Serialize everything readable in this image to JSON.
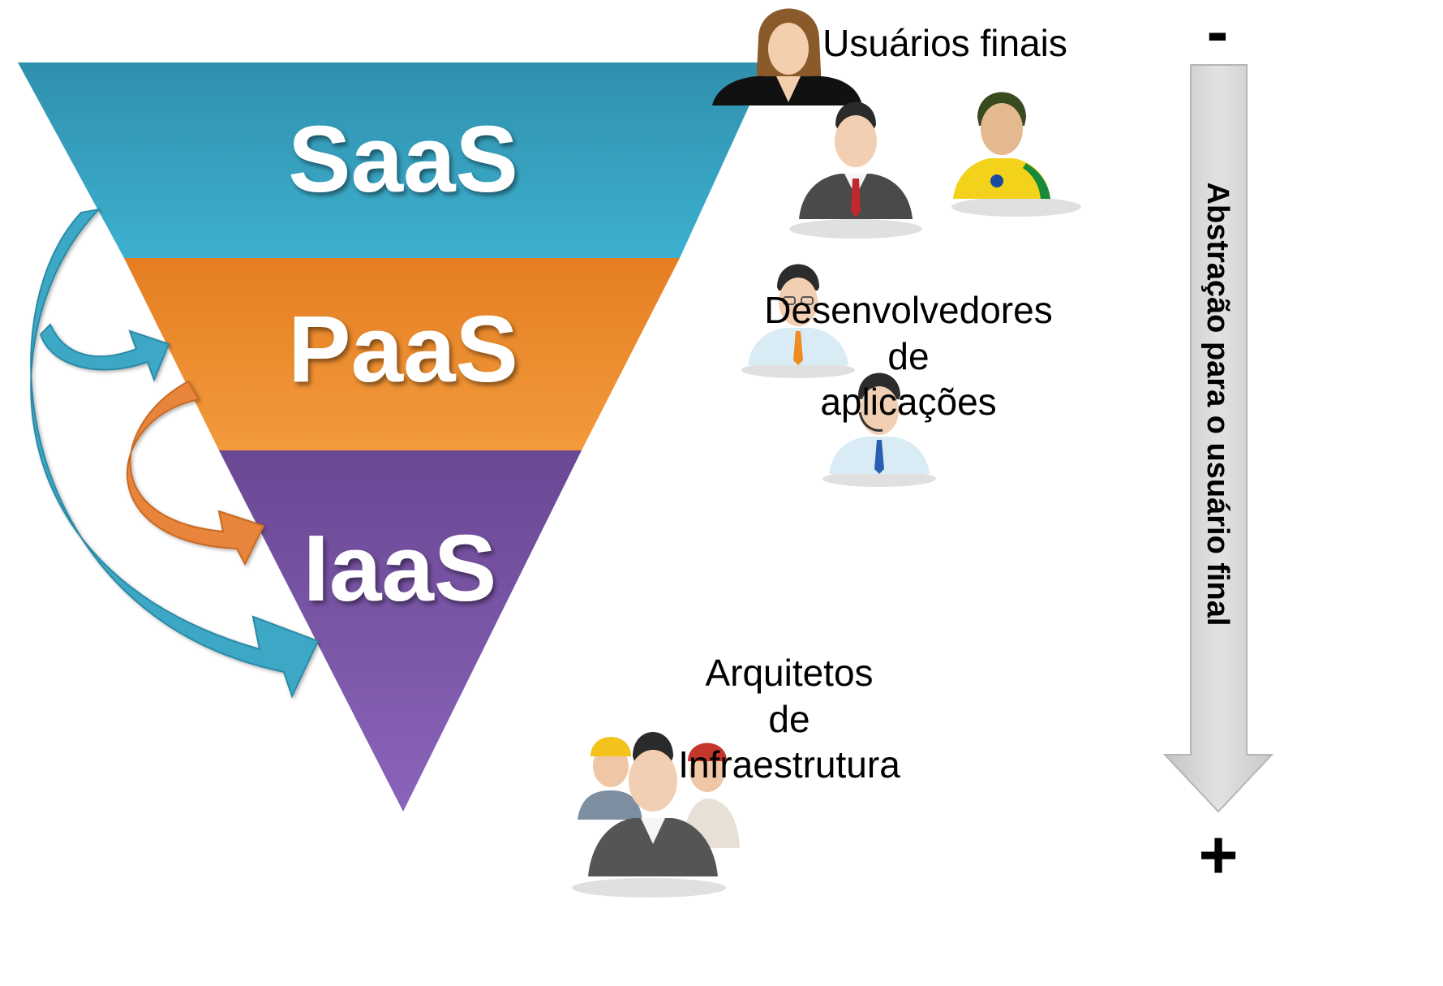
{
  "layers": [
    {
      "label": "SaaS",
      "color": "#3aa6c4"
    },
    {
      "label": "PaaS",
      "color": "#ee8a2e"
    },
    {
      "label": "IaaS",
      "color": "#7a55a8"
    }
  ],
  "roles": {
    "saas": {
      "line1": "Usuários finais"
    },
    "paas": {
      "line1": "Desenvolvedores",
      "line2": "de",
      "line3": "aplicações"
    },
    "iaas": {
      "line1": "Arquitetos",
      "line2": "de",
      "line3": "Infraestrutura"
    }
  },
  "axis": {
    "label": "Abstração para o usuário final",
    "top_symbol": "-",
    "bottom_symbol": "+"
  },
  "icons": {
    "saas": [
      "woman-user-icon",
      "businessman-icon",
      "brazil-fan-icon"
    ],
    "paas": [
      "developer-glasses-icon",
      "developer-headset-icon"
    ],
    "iaas": [
      "infrastructure-team-icon"
    ]
  }
}
